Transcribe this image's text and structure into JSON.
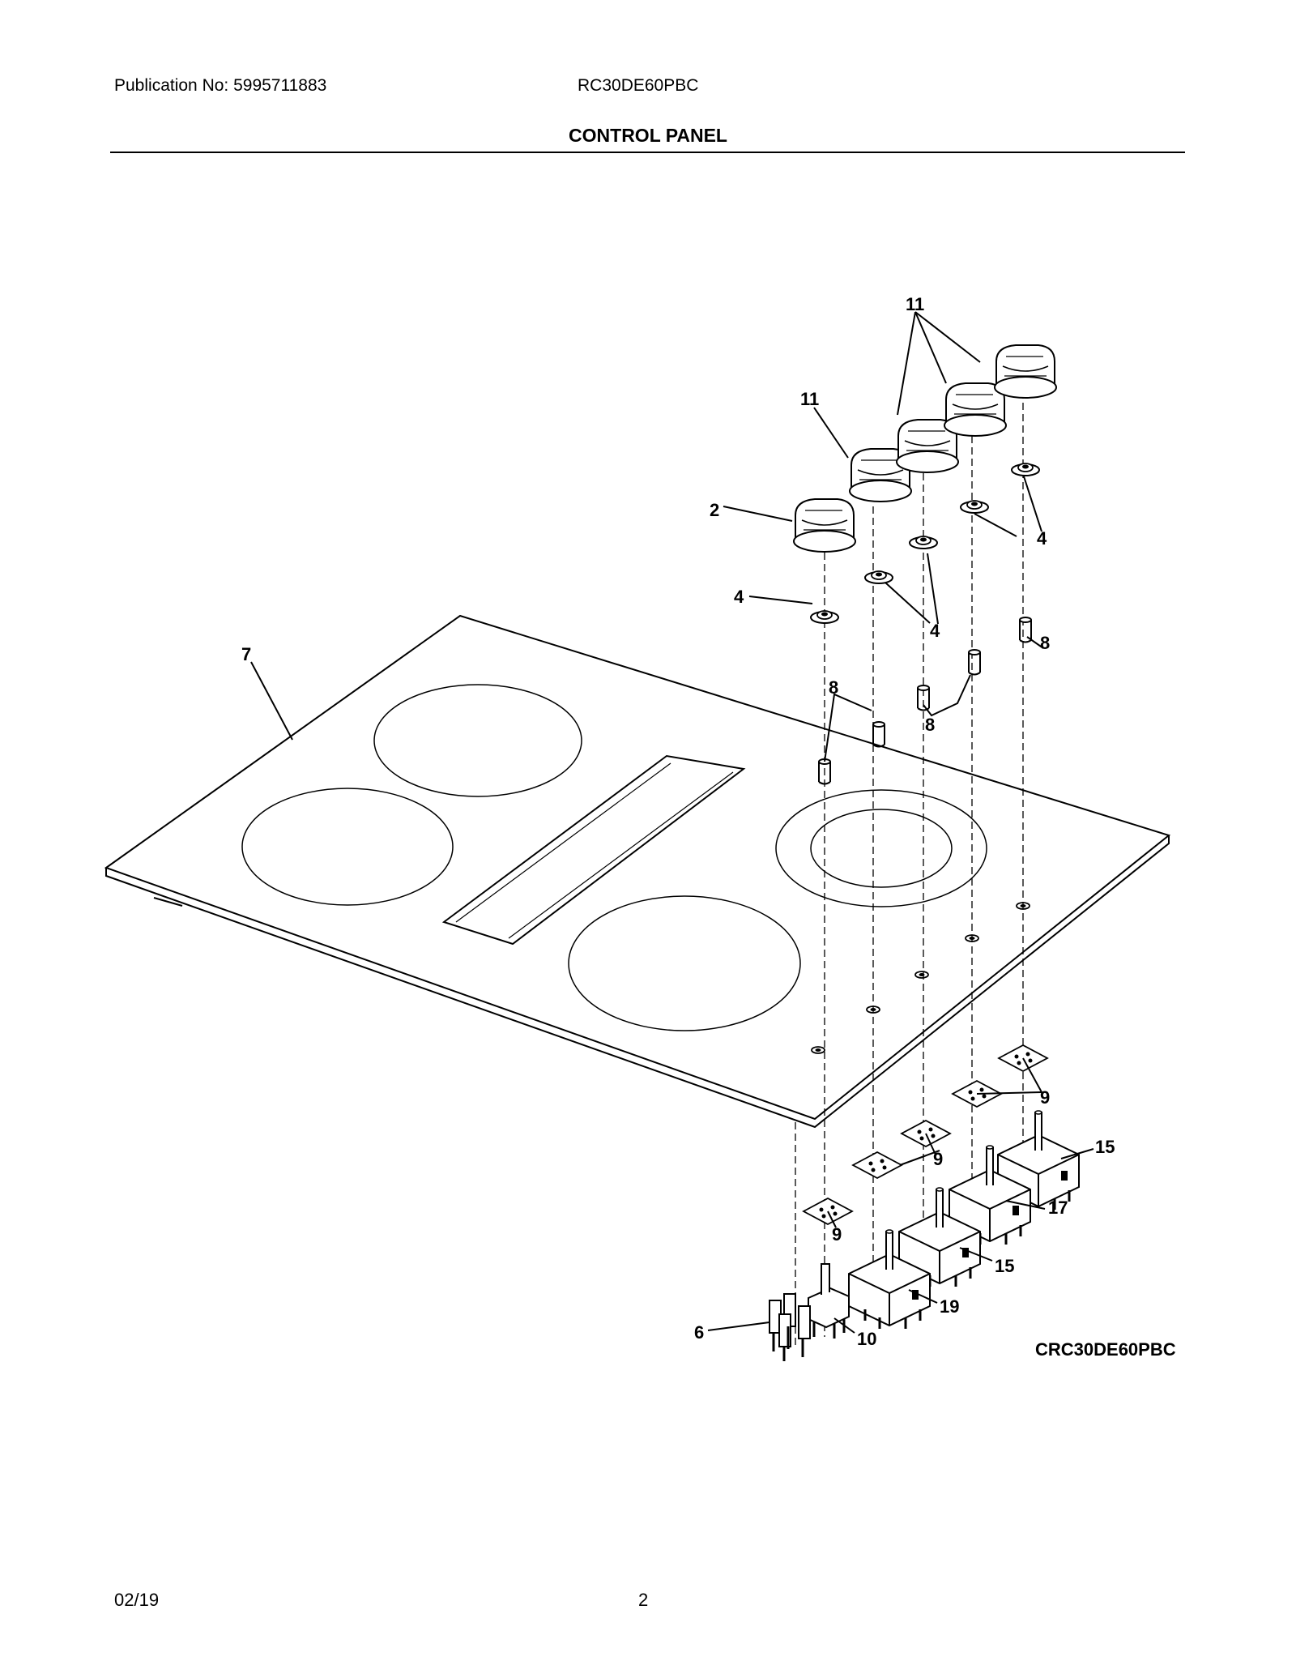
{
  "header": {
    "publication": "Publication No: 5995711883",
    "model": "RC30DE60PBC",
    "title": "CONTROL PANEL"
  },
  "diagram": {
    "id": "CRC30DE60PBC",
    "callouts": {
      "c11_top": "11",
      "c11_left": "11",
      "c2": "2",
      "c4_right": "4",
      "c4_left": "4",
      "c4_mid": "4",
      "c7": "7",
      "c8_right": "8",
      "c8_left": "8",
      "c8_mid": "8",
      "c9_right": "9",
      "c9_mid": "9",
      "c9_left": "9",
      "c15_right": "15",
      "c17": "17",
      "c15_mid": "15",
      "c19": "19",
      "c6": "6",
      "c10": "10"
    }
  },
  "footer": {
    "date": "02/19",
    "page": "2"
  }
}
